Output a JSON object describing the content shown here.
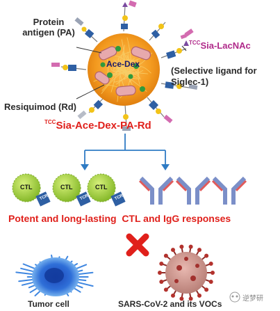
{
  "labels": {
    "protein_antigen_line1": "Protein",
    "protein_antigen_line2": "antigen (PA)",
    "ligand_prefix": "TCC",
    "ligand_name": "Sia-LacNAc",
    "ligand_desc_line1": "(Selective ligand for",
    "ligand_desc_line2": "Siglec-1)",
    "resiquimod": "Resiquimod (Rd)",
    "core": "Ace-Dex",
    "product_prefix": "TCC",
    "product_name": "Sia-Ace-Dex-PA-Rd",
    "ctl": "CTL",
    "tcr": "TCR",
    "response": "Potent and long-lasting  CTL and IgG responses",
    "tumor": "Tumor cell",
    "virus": "SARS-CoV-2 and its VOCs",
    "watermark": "逆梦研"
  },
  "colors": {
    "core_orange": "#f39a1f",
    "antigen_pink": "#e7a9ad",
    "ctl_green": "#a6d63a",
    "tcr_blue": "#2e5fa3",
    "arrow_blue": "#2f7bc4",
    "cross_red": "#e0201b",
    "ligand_pink": "#b02a8a"
  }
}
